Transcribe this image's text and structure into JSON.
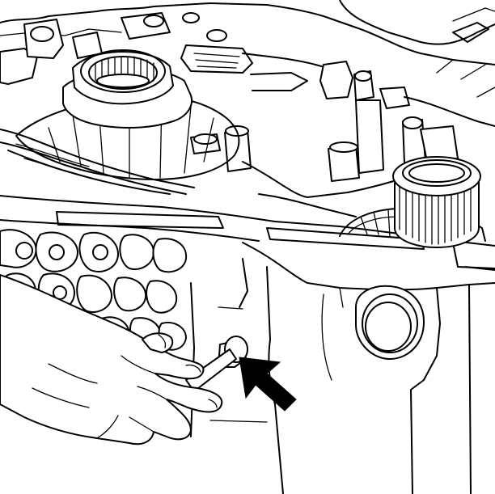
{
  "figure": {
    "background": "#ffffff",
    "line_color": "#000000",
    "elements": [
      "transmission-case",
      "upper-bearing-housing",
      "right-splined-shaft",
      "side-bore-boss",
      "fluid-passages",
      "hand",
      "tool",
      "callout-arrow-icon"
    ]
  }
}
